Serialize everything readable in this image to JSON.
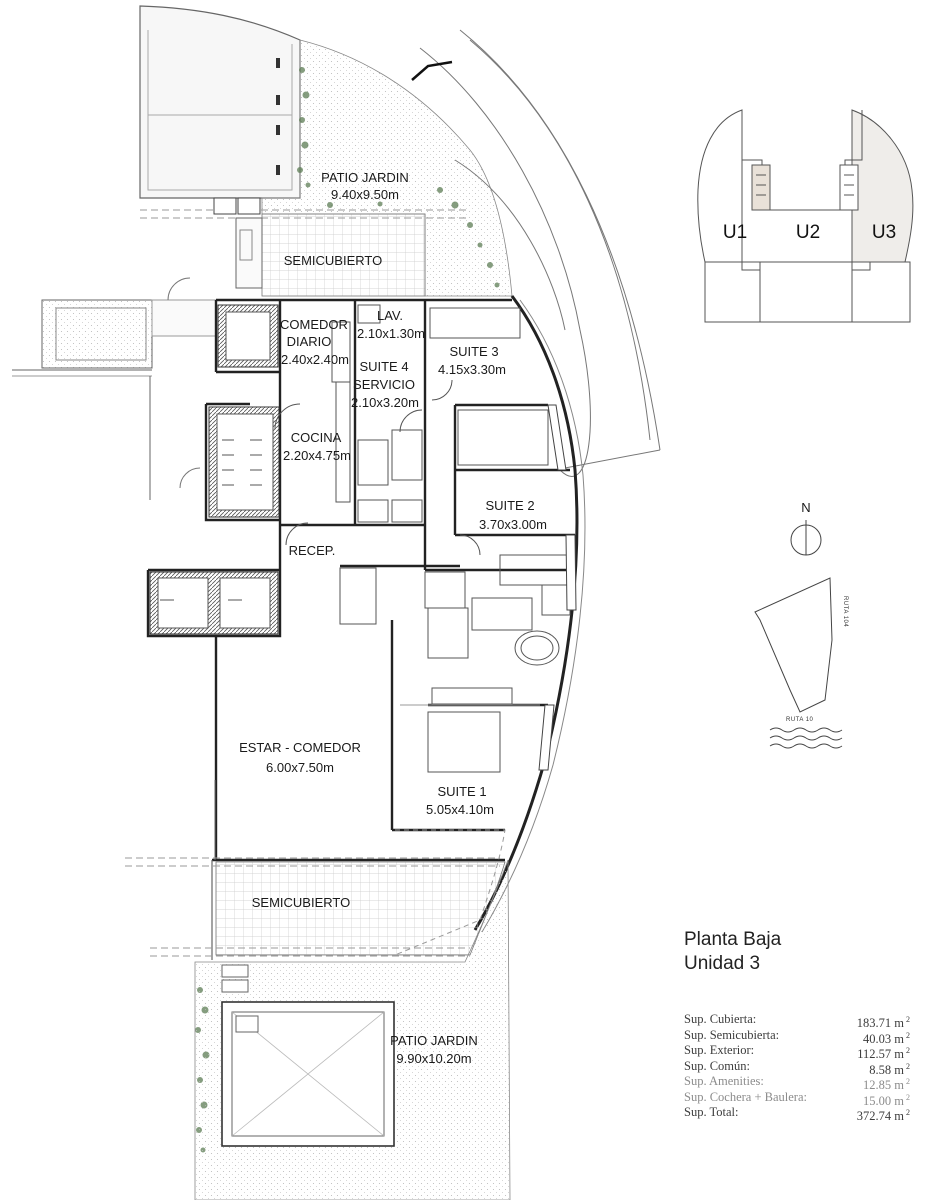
{
  "rooms": {
    "patio_jardin_top": {
      "name": "PATIO JARDIN",
      "dim": "9.40x9.50m"
    },
    "semicubierto_top": {
      "name": "SEMICUBIERTO"
    },
    "comedor_diario": {
      "name_1": "COMEDOR",
      "name_2": "DIARIO",
      "dim": "2.40x2.40m"
    },
    "lav": {
      "name": "LAV.",
      "dim": "2.10x1.30m"
    },
    "suite_4": {
      "name_1": "SUITE 4",
      "name_2": "SERVICIO",
      "dim": "2.10x3.20m"
    },
    "suite_3": {
      "name": "SUITE 3",
      "dim": "4.15x3.30m"
    },
    "cocina": {
      "name": "COCINA",
      "dim": "2.20x4.75m"
    },
    "suite_2": {
      "name": "SUITE 2",
      "dim": "3.70x3.00m"
    },
    "recep": {
      "name": "RECEP."
    },
    "estar_comedor": {
      "name": "ESTAR - COMEDOR",
      "dim": "6.00x7.50m"
    },
    "suite_1": {
      "name": "SUITE 1",
      "dim": "5.05x4.10m"
    },
    "semicubierto_bottom": {
      "name": "SEMICUBIERTO"
    },
    "patio_jardin_bottom": {
      "name": "PATIO JARDIN",
      "dim": "9.90x10.20m"
    }
  },
  "key_plan": {
    "units": [
      "U1",
      "U2",
      "U3"
    ],
    "highlight_color": "#efedea",
    "marker_color": "#e9e1d8"
  },
  "compass": {
    "label": "N"
  },
  "site_map": {
    "road_1": "RUTA 104",
    "road_2": "RUTA 10"
  },
  "title": {
    "line_1": "Planta Baja",
    "line_2": "Unidad 3"
  },
  "areas": [
    {
      "label": "Sup. Cubierta:",
      "value": "183.71 m",
      "unit_sup": "2",
      "color": "#3c3c3c"
    },
    {
      "label": "Sup. Semicubierta:",
      "value": "40.03 m",
      "unit_sup": "2",
      "color": "#3c3c3c"
    },
    {
      "label": "Sup. Exterior:",
      "value": "112.57 m",
      "unit_sup": "2",
      "color": "#3c3c3c"
    },
    {
      "label": "Sup. Común:",
      "value": "8.58 m",
      "unit_sup": "2",
      "color": "#3c3c3c"
    },
    {
      "label": "Sup. Amenities:",
      "value": "12.85 m",
      "unit_sup": "2",
      "color": "#8c8c8c"
    },
    {
      "label": "Sup. Cochera + Baulera:",
      "value": "15.00 m",
      "unit_sup": "2",
      "color": "#8c8c8c"
    },
    {
      "label": "Sup. Total:",
      "value": "372.74 m",
      "unit_sup": "2",
      "color": "#3c3c3c"
    }
  ]
}
